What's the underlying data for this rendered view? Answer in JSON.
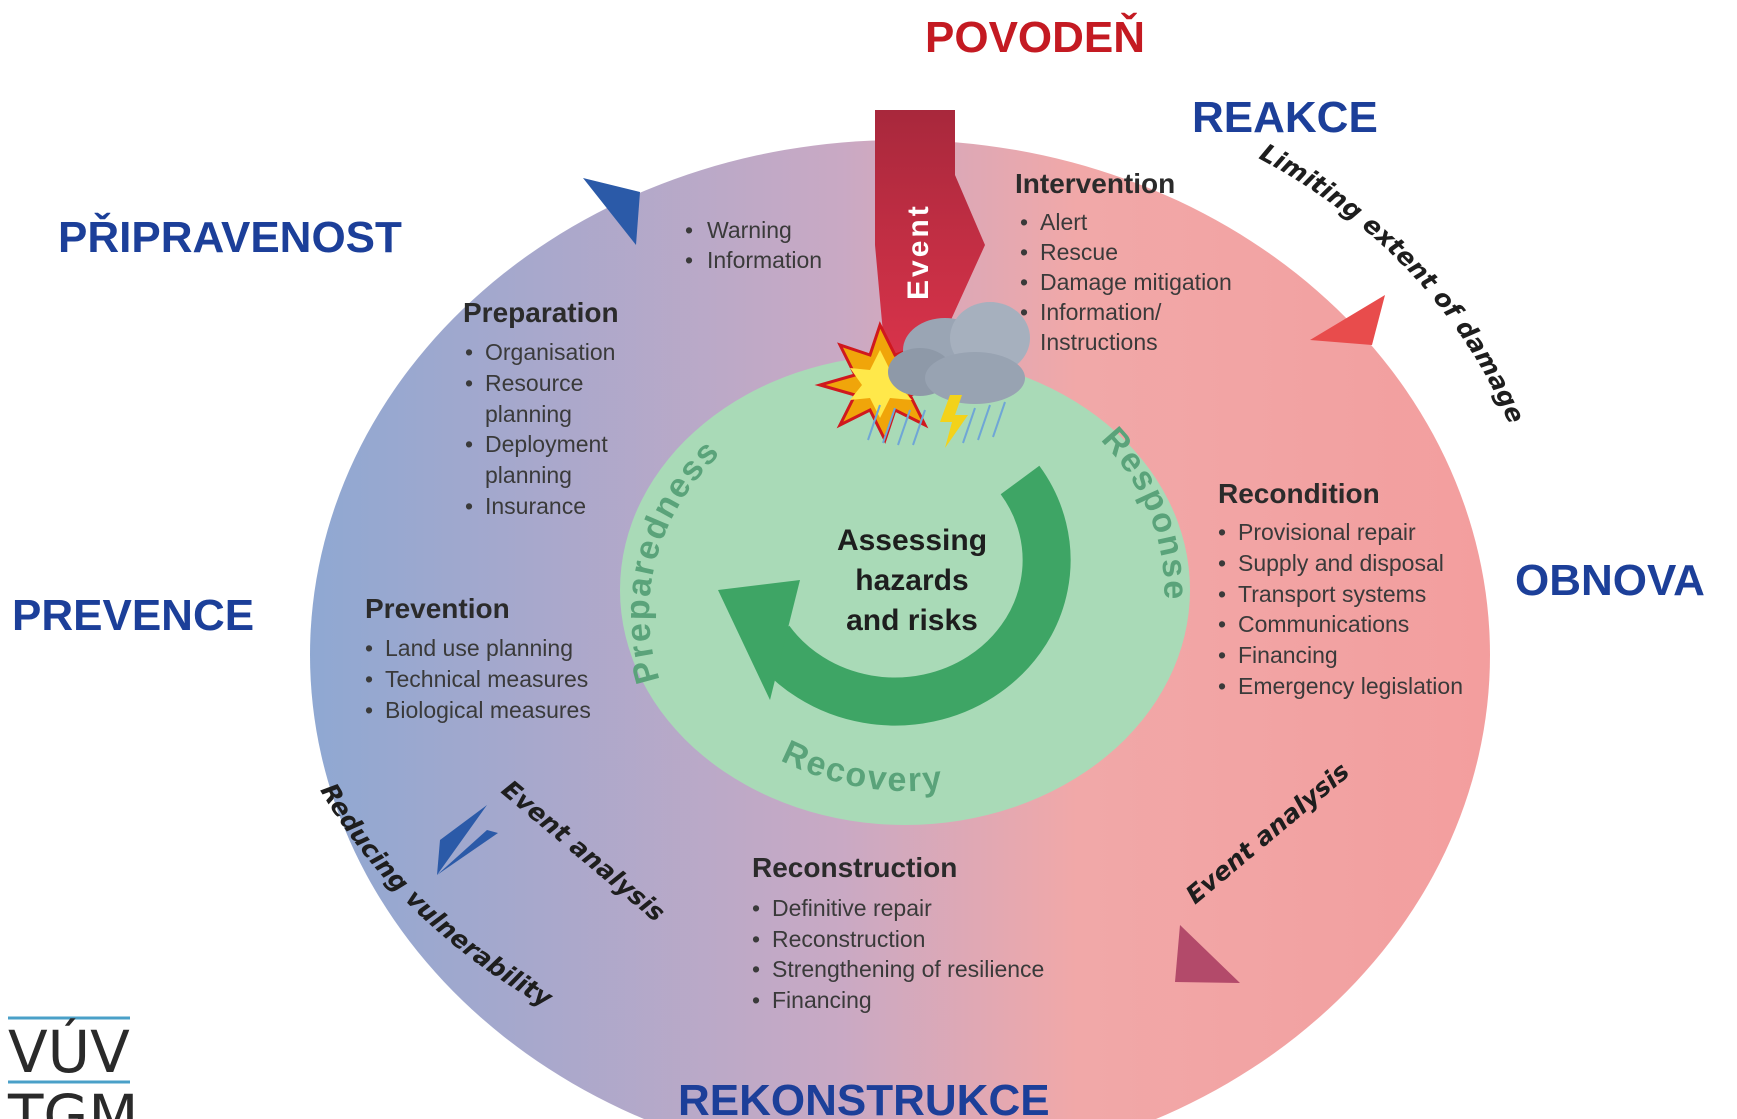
{
  "phases": {
    "flood": "POVODEŇ",
    "reaction": "REAKCE",
    "preparedness": "PŘIPRAVENOST",
    "prevention": "PREVENCE",
    "renewal": "OBNOVA",
    "reconstruction": "REKONSTRUKCE"
  },
  "event_label": "Event",
  "warning": {
    "items": [
      "Warning",
      "Information"
    ]
  },
  "intervention": {
    "title": "Intervention",
    "items": [
      "Alert",
      "Rescue",
      "Damage mitigation",
      "Information/",
      "Instructions"
    ]
  },
  "preparation": {
    "title": "Preparation",
    "items": [
      "Organisation",
      "Resource",
      "planning",
      "Deployment",
      "planning",
      "Insurance"
    ]
  },
  "prevention_box": {
    "title": "Prevention",
    "items": [
      "Land use planning",
      "Technical measures",
      "Biological measures"
    ]
  },
  "recondition": {
    "title": "Recondition",
    "items": [
      "Provisional repair",
      "Supply and disposal",
      "Transport systems",
      "Communications",
      "Financing",
      "Emergency legislation"
    ]
  },
  "reconstruction_box": {
    "title": "Reconstruction",
    "items": [
      "Definitive repair",
      "Reconstruction",
      "Strengthening of resilience",
      "Financing"
    ]
  },
  "inner_ring": {
    "preparedness": "Preparedness",
    "response": "Response",
    "recovery": "Recovery"
  },
  "center": {
    "line1": "Assessing",
    "line2": "hazards",
    "line3": "and risks"
  },
  "arc_labels": {
    "limiting": "Limiting extent of damage",
    "reducing": "Reducing vulnerability",
    "event_analysis_left": "Event analysis",
    "event_analysis_right": "Event analysis"
  },
  "logo": {
    "line1": "VÚV",
    "line2": "TGM"
  },
  "colors": {
    "blue": "#1c3f99",
    "red": "#c41a22",
    "outer_left": "#8ba6d0",
    "outer_right": "#f2a6a6",
    "inner": "#a9dab7",
    "arrow": "#3ea565"
  }
}
